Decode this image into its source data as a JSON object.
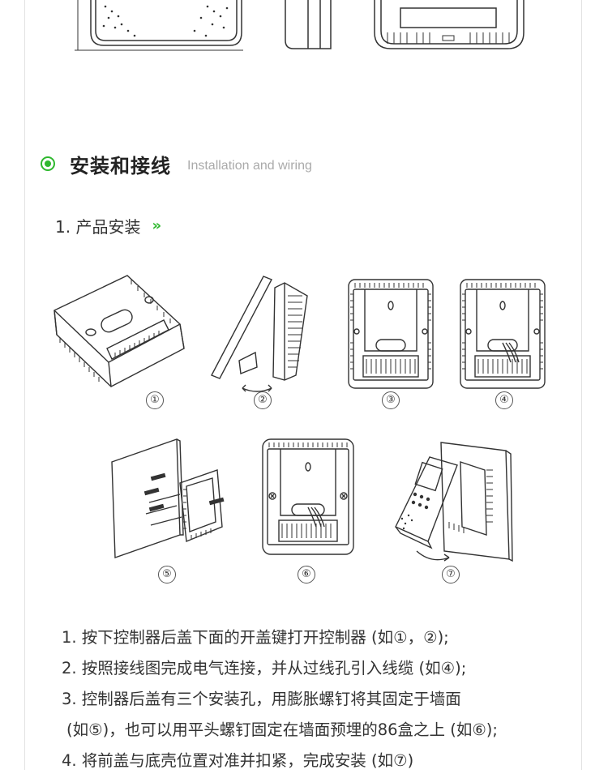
{
  "section": {
    "title_zh": "安装和接线",
    "title_en": "Installation and wiring",
    "radio_icon": "radio-dot-icon",
    "accent_color": "#2eb82e"
  },
  "subsection": {
    "title": "1. 产品安装",
    "chevron_icon": "double-chevron-right-icon",
    "chevron_text": "»"
  },
  "figures": [
    {
      "label": "①"
    },
    {
      "label": "②"
    },
    {
      "label": "③"
    },
    {
      "label": "④"
    },
    {
      "label": "⑤"
    },
    {
      "label": "⑥"
    },
    {
      "label": "⑦"
    }
  ],
  "instructions": [
    "1. 按下控制器后盖下面的开盖键打开控制器 (如①，②);",
    "2. 按照接线图完成电气连接，并从过线孔引入线缆 (如④);",
    "3. 控制器后盖有三个安装孔，用膨胀螺钉将其固定于墙面",
    "(如⑤)，也可以用平头螺钉固定在墙面预埋的86盒之上 (如⑥);",
    "4. 将前盖与底壳位置对准并扣紧，完成安装 (如⑦)"
  ]
}
